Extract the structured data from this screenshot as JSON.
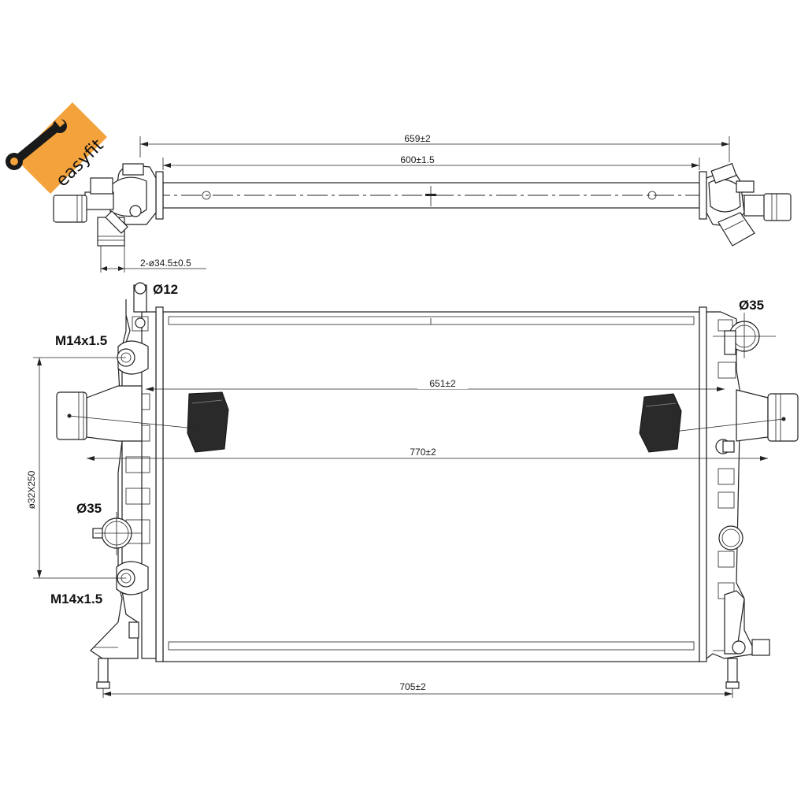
{
  "logo": {
    "text": "easyfit",
    "background_color": "#F4A23C",
    "icon": "wrench-icon"
  },
  "top_view": {
    "dim_overall": "659±2",
    "dim_core": "600±1.5",
    "dim_pipes": "2-ø34.5±0.5"
  },
  "front_view": {
    "label_inlet_top": "Ø12",
    "label_outlet_right": "Ø35",
    "label_thread_upper": "M14x1.5",
    "label_pipe_left": "Ø35",
    "label_thread_lower": "M14x1.5",
    "dim_mounts": "651±2",
    "dim_width": "770±2",
    "dim_height": "ø32X250",
    "dim_bottom": "705±2"
  },
  "colors": {
    "line": "#222222",
    "logo_orange": "#F4A23C",
    "rubber": "#2a2a2a"
  }
}
